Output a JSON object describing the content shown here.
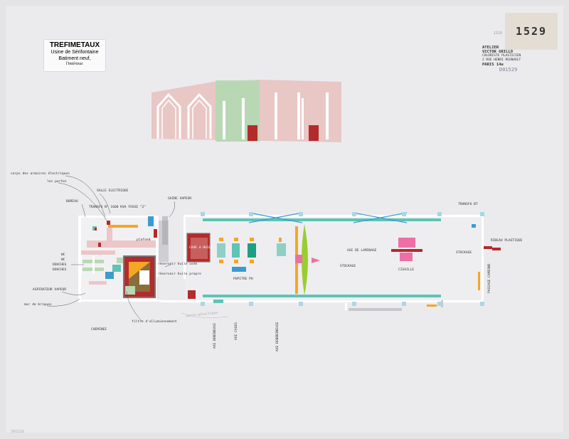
{
  "header": {
    "company": "TREFIMETAUX",
    "site": "Usine de Sérifontaine",
    "building": "Batiment neuf,",
    "view": "l'intérieur."
  },
  "tag_number": "1529",
  "inventory_number": "D01529",
  "stamp": {
    "line1": "ATELIER",
    "line2": "VICTOR GRILLO",
    "line3": "COLORISTE PLASTICIEN",
    "line4": "2 RUE HENRI REGNAULT",
    "line5": "PARIS 14e"
  },
  "labels": {
    "corps": "corps des armoires électriques",
    "portes": "les portes",
    "salle": "SALLE ELECTRIQUE",
    "bureau": "BUREAU",
    "transfo": "TRANSFO N° 1600 KVA  FOSSE \"2\"",
    "gaine": "GAINE VAPEUR",
    "transfo_bt": "TRANSFO BT",
    "plafond": "plafond",
    "wc1": "WC",
    "wc2": "WC",
    "douches1": "DOUCHES",
    "douches2": "DOUCHES",
    "aspirateur": "ASPIRATEUR VAPEUR",
    "mur": "mur de briques",
    "filtre": "filtre d'allumionnement",
    "reservoir1": "réservoir huile usée",
    "reservoir2": "réservoir huile propre",
    "cave": "CAVE A HUILE",
    "pupitre": "PUPITRE PH",
    "axe_laminage": "AXE DE LAMINAGE",
    "stockage1": "STOCKAGE",
    "cisaille": "CISAILLE",
    "stockage2": "STOCKAGE",
    "rideau": "RIDEAU PLASTIQUE",
    "passage": "PASSAGE CAMIONS",
    "cheminee": "CHEMINEE",
    "axe_bobineuse": "AXE BOBINEUSE",
    "axe_cages": "AXE CAGES",
    "axe_debobineuse": "AXE DEBOBINEUSE",
    "pencil": "porte métallique"
  },
  "colors": {
    "pink": "#e8c7c5",
    "green": "#b8d8b4",
    "teal": "#5fc3b6",
    "orange": "#f5a623",
    "red": "#b52a2a",
    "blue": "#3a9bd1",
    "lime": "#9acd32",
    "magenta": "#ee6fa6"
  }
}
